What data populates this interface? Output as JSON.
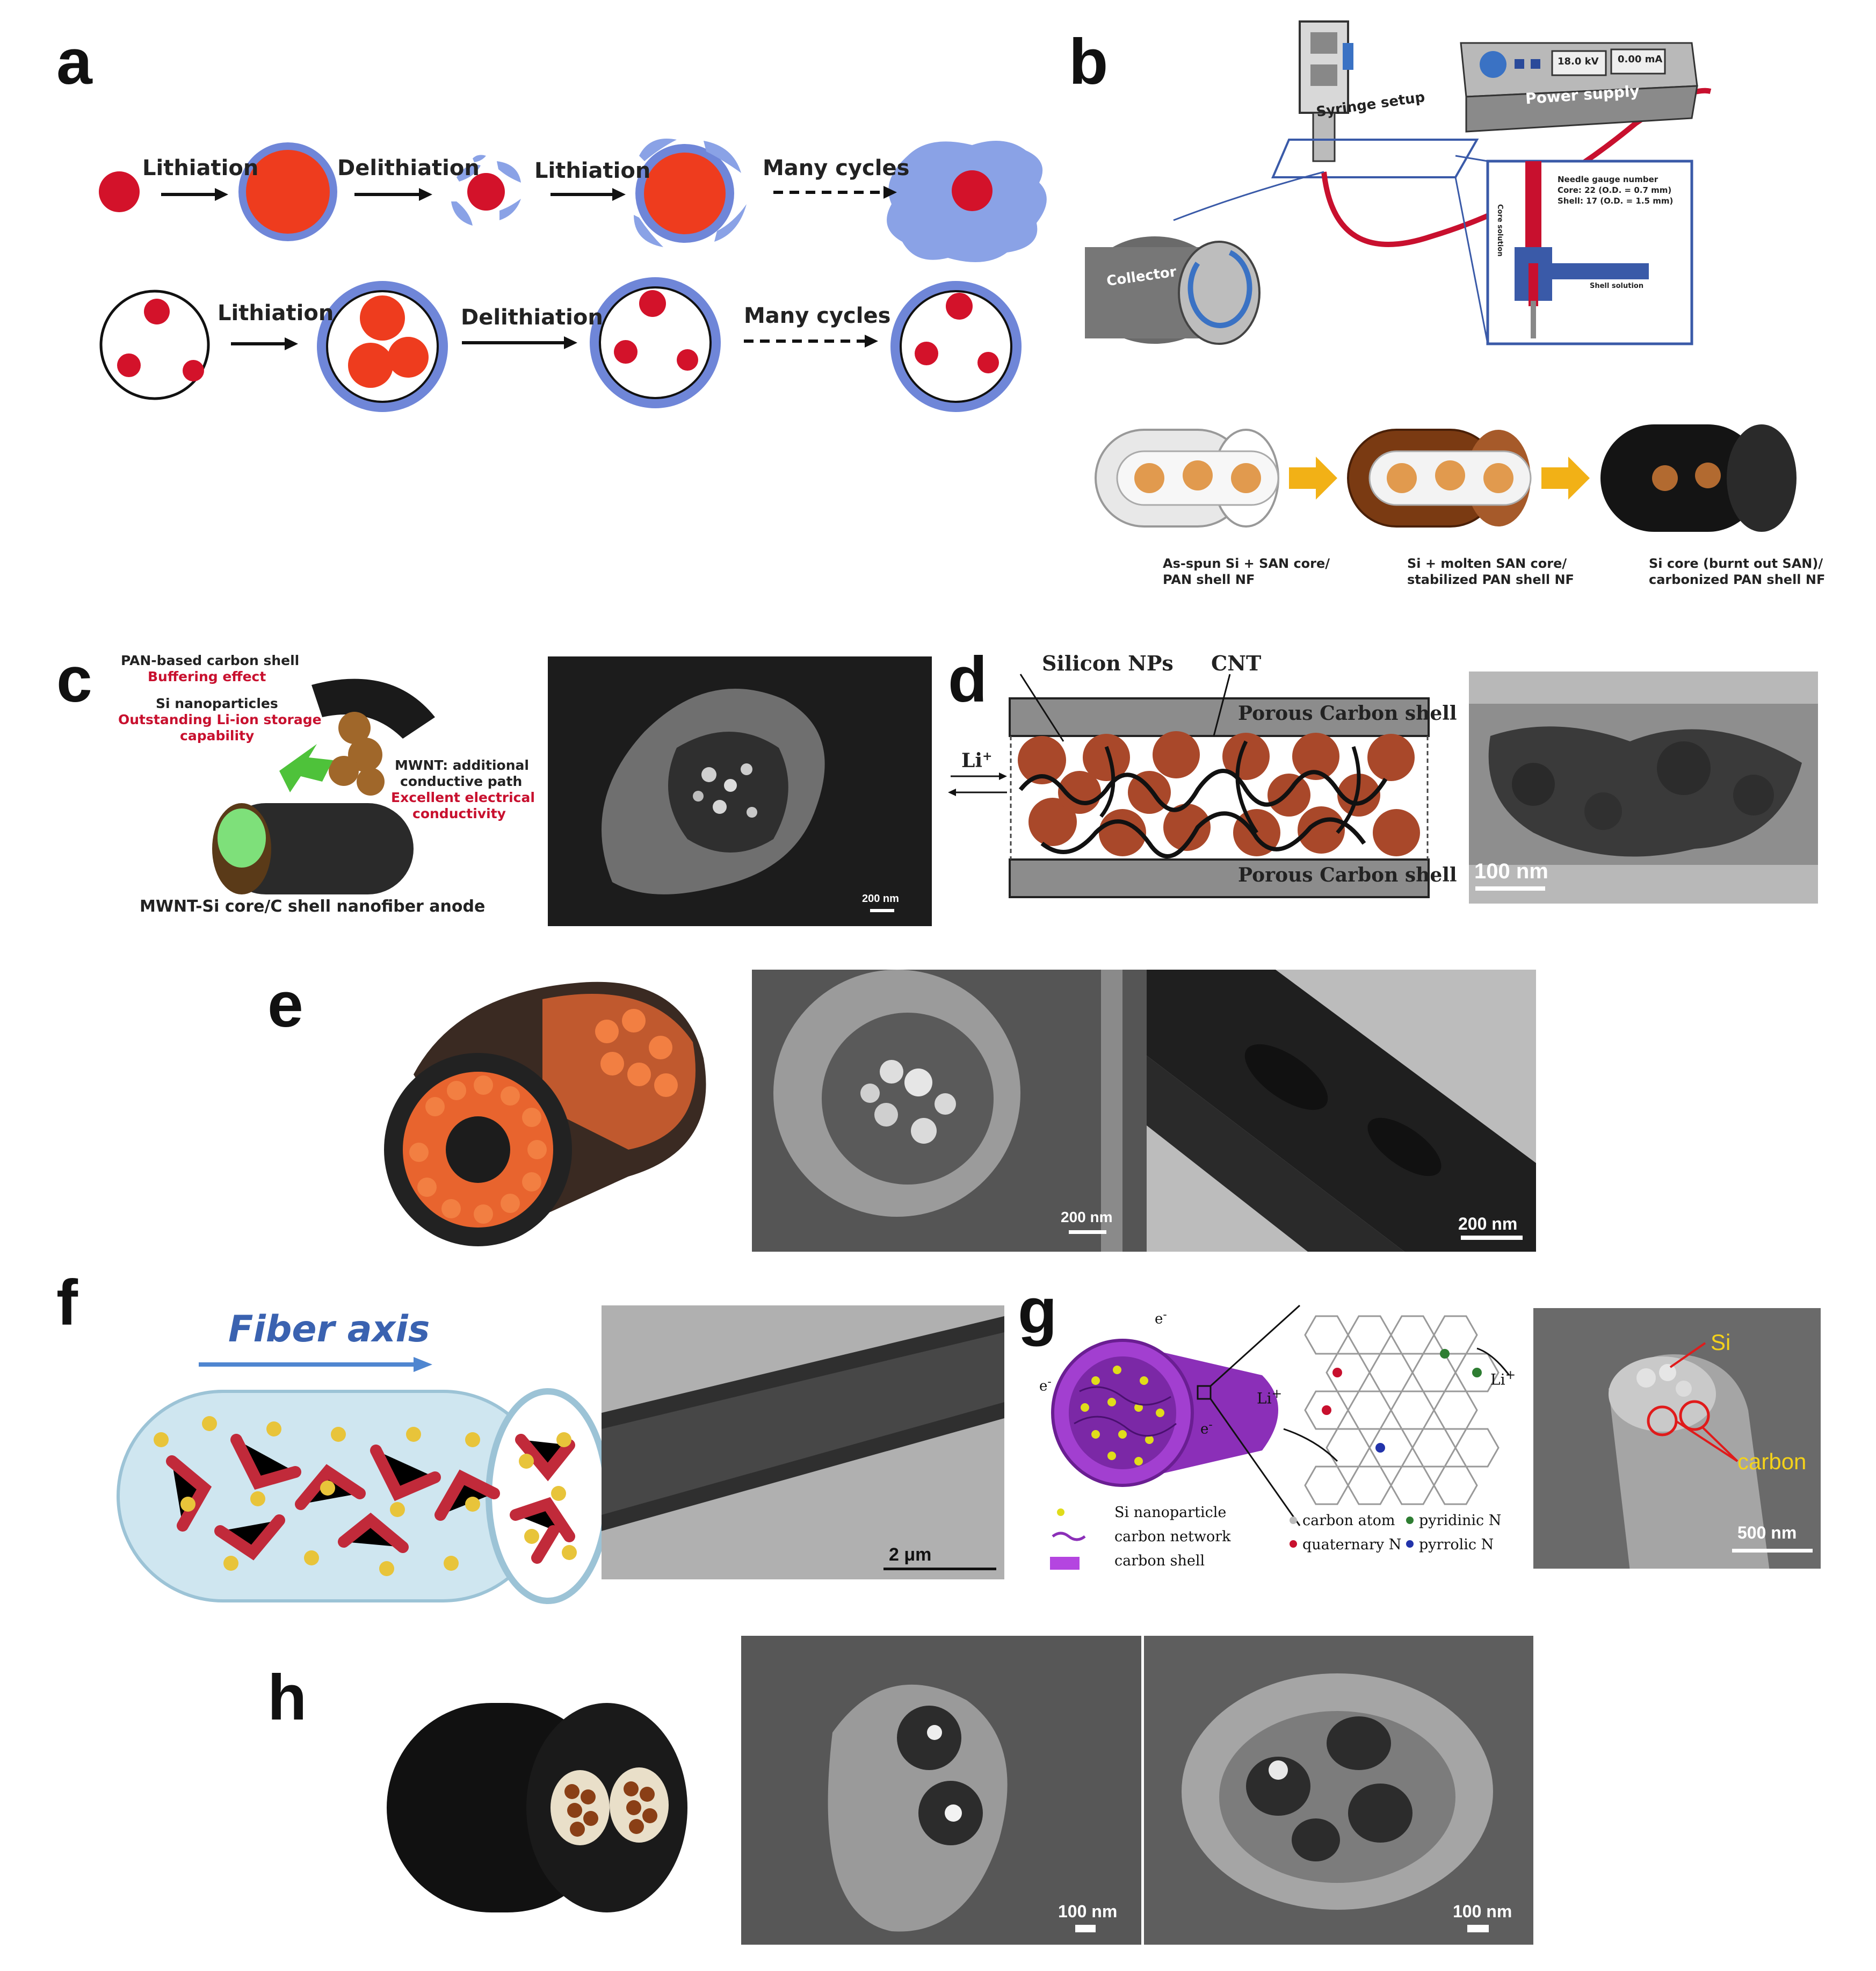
{
  "panels": {
    "a": {
      "letter": "a",
      "row1": [
        "Lithiation",
        "Delithiation",
        "Lithiation",
        "Many cycles"
      ],
      "row2": [
        "Lithiation",
        "Delithiation",
        "Many cycles"
      ]
    },
    "b": {
      "letter": "b",
      "syringe_label": "Syringe setup",
      "power_label": "Power supply",
      "voltage": "18.0 kV",
      "current": "0.00 mA",
      "collector_label": "Collector",
      "needle_title": "Needle gauge number",
      "needle_core": "Core: 22 (O.D. = 0.7 mm)",
      "needle_shell": "Shell: 17 (O.D. = 1.5 mm)",
      "core_solution": "Core solution",
      "shell_solution": "Shell solution",
      "step1_line1": "As-spun Si + SAN core/",
      "step1_line2": "PAN shell NF",
      "step2_line1": "Si + molten SAN core/",
      "step2_line2": "stabilized PAN shell NF",
      "step3_line1": "Si core (burnt out SAN)/",
      "step3_line2": "carbonized PAN shell NF"
    },
    "c": {
      "letter": "c",
      "shell_label": "PAN-based carbon shell",
      "shell_effect": "Buffering effect",
      "si_label": "Si nanoparticles",
      "si_effect_1": "Outstanding Li-ion storage",
      "si_effect_2": "capability",
      "mwnt_1": "MWNT: additional",
      "mwnt_2": "conductive path",
      "mwnt_3": "Excellent electrical",
      "mwnt_4": "conductivity",
      "caption": "MWNT-Si core/C shell nanofiber anode",
      "scale": "200 nm"
    },
    "d": {
      "letter": "d",
      "silicon_label": "Silicon NPs",
      "cnt_label": "CNT",
      "shell_top": "Porous Carbon shell",
      "shell_bottom": "Porous Carbon shell",
      "li_label": "Li",
      "li_sup": "+",
      "scale": "100 nm"
    },
    "e": {
      "letter": "e",
      "scale_sem": "200 nm",
      "scale_tem": "200 nm"
    },
    "f": {
      "letter": "f",
      "axis_label": "Fiber axis",
      "scale": "2 μm"
    },
    "g": {
      "letter": "g",
      "electron": "e",
      "electron_sup": "-",
      "li": "Li",
      "li_sup": "+",
      "legend_si": "Si nanoparticle",
      "legend_network": "carbon network",
      "legend_shell": "carbon shell",
      "legend_carbon_atom": "carbon atom",
      "legend_pyridinic": "pyridinic N",
      "legend_quaternary": "quaternary N",
      "legend_pyrrolic": "pyrrolic N",
      "label_si": "Si",
      "label_carbon": "carbon",
      "scale": "500 nm"
    },
    "h": {
      "letter": "h",
      "scale_left": "100 nm",
      "scale_right": "100 nm"
    }
  },
  "colors": {
    "si_red": "#d3122a",
    "lithiated_orange": "#ee3c1e",
    "shell_blue": "#6f86d8",
    "sei_blue": "#8aa2e6",
    "label_red": "#c8102e",
    "carbon_purple": "#8b2fb8",
    "si_yellow": "#d8d418",
    "arrow_orange": "#f2b116",
    "particle_brown": "#b5522c"
  }
}
